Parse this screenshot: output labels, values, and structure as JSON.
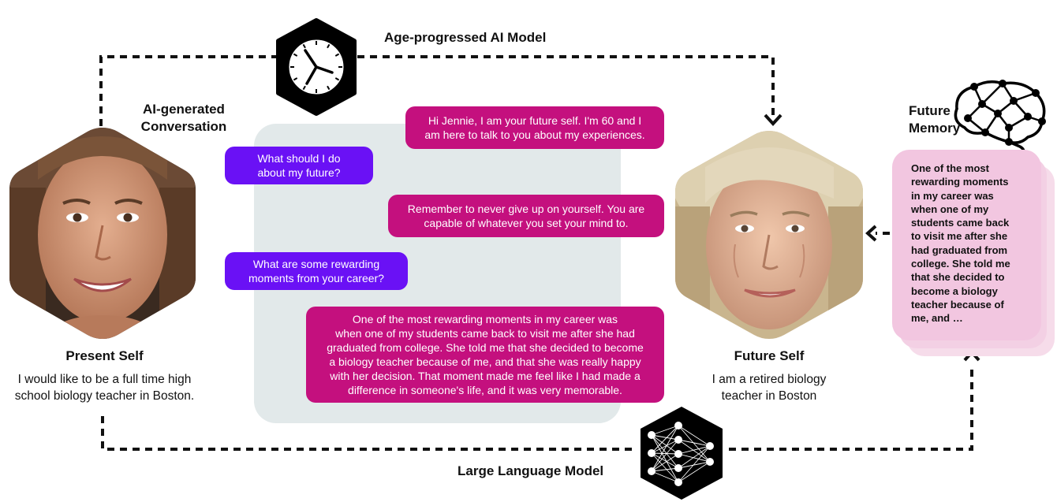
{
  "labels": {
    "age_model": "Age-progressed AI Model",
    "ai_conversation_line1": "AI-generated",
    "ai_conversation_line2": "Conversation",
    "future_memory_line1": "Future",
    "future_memory_line2": "Memory",
    "llm": "Large Language Model"
  },
  "present_self": {
    "title": "Present Self",
    "desc_line1": "I would like to be a full time high",
    "desc_line2": "school biology teacher in Boston."
  },
  "future_self": {
    "title": "Future Self",
    "desc_line1": "I am a retired biology",
    "desc_line2": "teacher in Boston"
  },
  "conversation": [
    {
      "role": "ai",
      "lines": [
        "Hi Jennie, I am your future self. I'm 60 and I",
        "am here to talk to you about my experiences."
      ]
    },
    {
      "role": "user",
      "lines": [
        "What should I do",
        "about my future?"
      ]
    },
    {
      "role": "ai",
      "lines": [
        "Remember to never give up on yourself. You are",
        "capable of whatever you set your mind to."
      ]
    },
    {
      "role": "user",
      "lines": [
        "What are some rewarding",
        "moments from your career?"
      ]
    },
    {
      "role": "ai",
      "lines": [
        "One of the most rewarding moments in my career was",
        "when one of my students came back to visit me after she had",
        "graduated from college. She told me that she decided to become",
        "a biology teacher because of me, and that she was really happy",
        "with her decision. That moment made me feel like I had made a",
        "difference in someone's life, and it was very memorable."
      ]
    }
  ],
  "memory_lines": [
    "One of the most",
    "rewarding moments",
    "in my career was",
    "when one of my",
    "students came back",
    "to visit me after she",
    "had graduated from",
    "college. She told me",
    "that she decided to",
    "become a biology",
    "teacher because of",
    "me, and …"
  ],
  "colors": {
    "user_bubble": "#6a11f5",
    "ai_bubble": "#c4107e",
    "panel": "#e2e9ea",
    "memory_card": "#f2c6e0"
  }
}
